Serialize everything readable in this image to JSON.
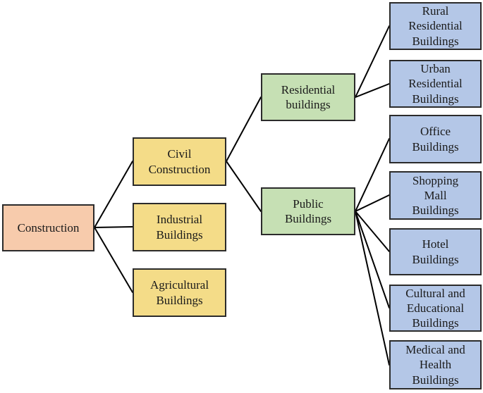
{
  "tree": {
    "label": "Construction",
    "children": [
      {
        "label": "Civil Construction",
        "children": [
          {
            "label": "Residential buildings",
            "children": [
              {
                "label": "Rural Residential Buildings"
              },
              {
                "label": "Urban Residential Buildings"
              }
            ]
          },
          {
            "label": "Public Buildings",
            "children": [
              {
                "label": "Office Buildings"
              },
              {
                "label": "Shopping Mall Buildings"
              },
              {
                "label": "Hotel Buildings"
              },
              {
                "label": "Cultural and Educational Buildings"
              },
              {
                "label": "Medical and Health Buildings"
              }
            ]
          }
        ]
      },
      {
        "label": "Industrial Buildings"
      },
      {
        "label": "Agricultural Buildings"
      }
    ]
  },
  "colors": {
    "level1": "#F7CBAC",
    "level2": "#F4DC88",
    "level3": "#C6E0B4",
    "level4": "#B4C7E7",
    "border": "#2B2B2B",
    "line": "#000000",
    "text": "#1A1A1A",
    "background": "#FFFFFF"
  }
}
